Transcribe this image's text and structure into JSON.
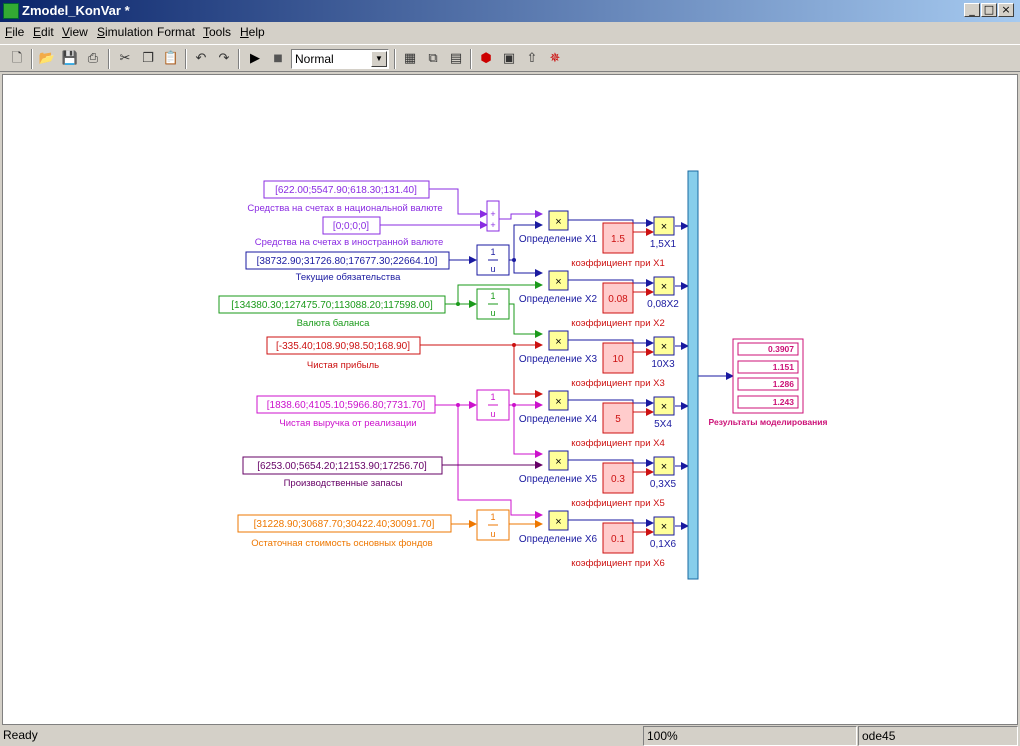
{
  "window": {
    "title": "Zmodel_KonVar *"
  },
  "menu": [
    {
      "u": "F",
      "rest": "ile"
    },
    {
      "u": "E",
      "rest": "dit"
    },
    {
      "u": "V",
      "rest": "iew"
    },
    {
      "u": "S",
      "rest": "imulation"
    },
    {
      "u": "",
      "rest": "Format"
    },
    {
      "u": "T",
      "rest": "ools"
    },
    {
      "u": "H",
      "rest": "elp"
    }
  ],
  "toolbar": {
    "mode": "Normal",
    "icons": [
      "new-icon",
      "open-icon",
      "save-icon",
      "print-icon",
      "cut-icon",
      "copy-icon",
      "paste-icon",
      "undo-icon",
      "redo-icon",
      "play-icon",
      "stop-icon",
      "library-icon",
      "build-icon",
      "update-icon",
      "debug-icon",
      "model-explorer-icon",
      "go-to-parent-icon",
      "subsystem-icon"
    ]
  },
  "inputs": [
    {
      "value": "[622.00;5547.90;618.30;131.40]",
      "label": "Средства на счетах в национальной валюте",
      "color": "#8a2be2"
    },
    {
      "value": "[0;0;0;0]",
      "label": "Средства на счетах в иностранной валюте",
      "color": "#8a2be2"
    },
    {
      "value": "[38732.90;31726.80;17677.30;22664.10]",
      "label": "Текущие обязательства",
      "color": "#1a1aa0"
    },
    {
      "value": "[134380.30;127475.70;113088.20;117598.00]",
      "label": "Валюта баланса",
      "color": "#1a9a1a"
    },
    {
      "value": "[-335.40;108.90;98.50;168.90]",
      "label": "Чистая прибыль",
      "color": "#cc1111"
    },
    {
      "value": "[1838.60;4105.10;5966.80;7731.70]",
      "label": "Чистая выручка от реализации",
      "color": "#cc11cc"
    },
    {
      "value": "[6253.00;5654.20;12153.90;17256.70]",
      "label": "Производственные запасы",
      "color": "#660066"
    },
    {
      "value": "[31228.90;30687.70;30422.40;30091.70]",
      "label": "Остаточная стоимость основных фондов",
      "color": "#ee7700"
    }
  ],
  "sum_signs": [
    "+",
    "+"
  ],
  "reciprocal": {
    "num": "1",
    "den": "u"
  },
  "product_symbol": "×",
  "stages": [
    {
      "def": "Определение X1",
      "coef": "1.5",
      "coef_label": "коэффициент при X1",
      "out": "1,5X1"
    },
    {
      "def": "Определение X2",
      "coef": "0.08",
      "coef_label": "коэффициент при X2",
      "out": "0,08X2"
    },
    {
      "def": "Определение X3",
      "coef": "10",
      "coef_label": "коэффициент при X3",
      "out": "10X3"
    },
    {
      "def": "Определение X4",
      "coef": "5",
      "coef_label": "коэффициент при X4",
      "out": "5X4"
    },
    {
      "def": "Определение X5",
      "coef": "0.3",
      "coef_label": "коэффициент при X5",
      "out": "0,3X5"
    },
    {
      "def": "Определение X6",
      "coef": "0.1",
      "coef_label": "коэффициент при X6",
      "out": "0,1X6"
    }
  ],
  "mux_plus": "+",
  "display": {
    "values": [
      "0.3907",
      "1.151",
      "1.286",
      "1.243"
    ],
    "label": "Результаты моделирования",
    "color": "#cc1177"
  },
  "status": {
    "ready": "Ready",
    "zoom": "100%",
    "solver": "ode45"
  }
}
